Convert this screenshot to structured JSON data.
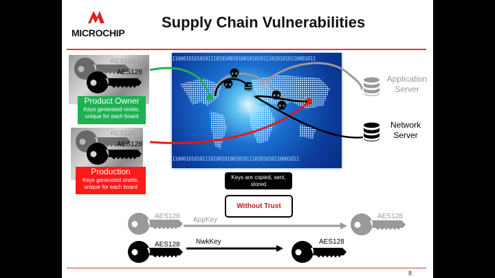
{
  "slide": {
    "title": "Supply Chain Vulnerabilities",
    "logo": "MICROCHIP",
    "page_number": "8",
    "accent_color": "#e0383b"
  },
  "left_panel": {
    "product_owner": {
      "key_labels": [
        "AES128",
        "AES128"
      ],
      "title": "Product Owner",
      "subtitle": "Keys generated onsite, unique for each board",
      "color": "#1db152"
    },
    "production": {
      "key_labels": [
        "AES128",
        "AES128"
      ],
      "title": "Production",
      "subtitle": "Keys generated onsite, unique for each board",
      "color": "#ff1a1a"
    }
  },
  "map": {
    "binary_top": "1100010101010111010100101001010101110101010110001011",
    "binary_bottom": "1100010101011101001010010101110101010110001011",
    "icons": [
      "skull-icon",
      "database-icon"
    ]
  },
  "servers": {
    "application": "Application Server",
    "network": "Network Server"
  },
  "callouts": {
    "keys_copied": "Keys are copied, sent, stored",
    "without_trust": "Without Trust"
  },
  "flows": [
    {
      "key_label": "AES128",
      "arrow_label": "AppKey",
      "dest_key_label": "AES128",
      "color": "#999999"
    },
    {
      "key_label": "AES128",
      "arrow_label": "NwkKey",
      "dest_key_label": "AES128",
      "color": "#000000"
    }
  ]
}
